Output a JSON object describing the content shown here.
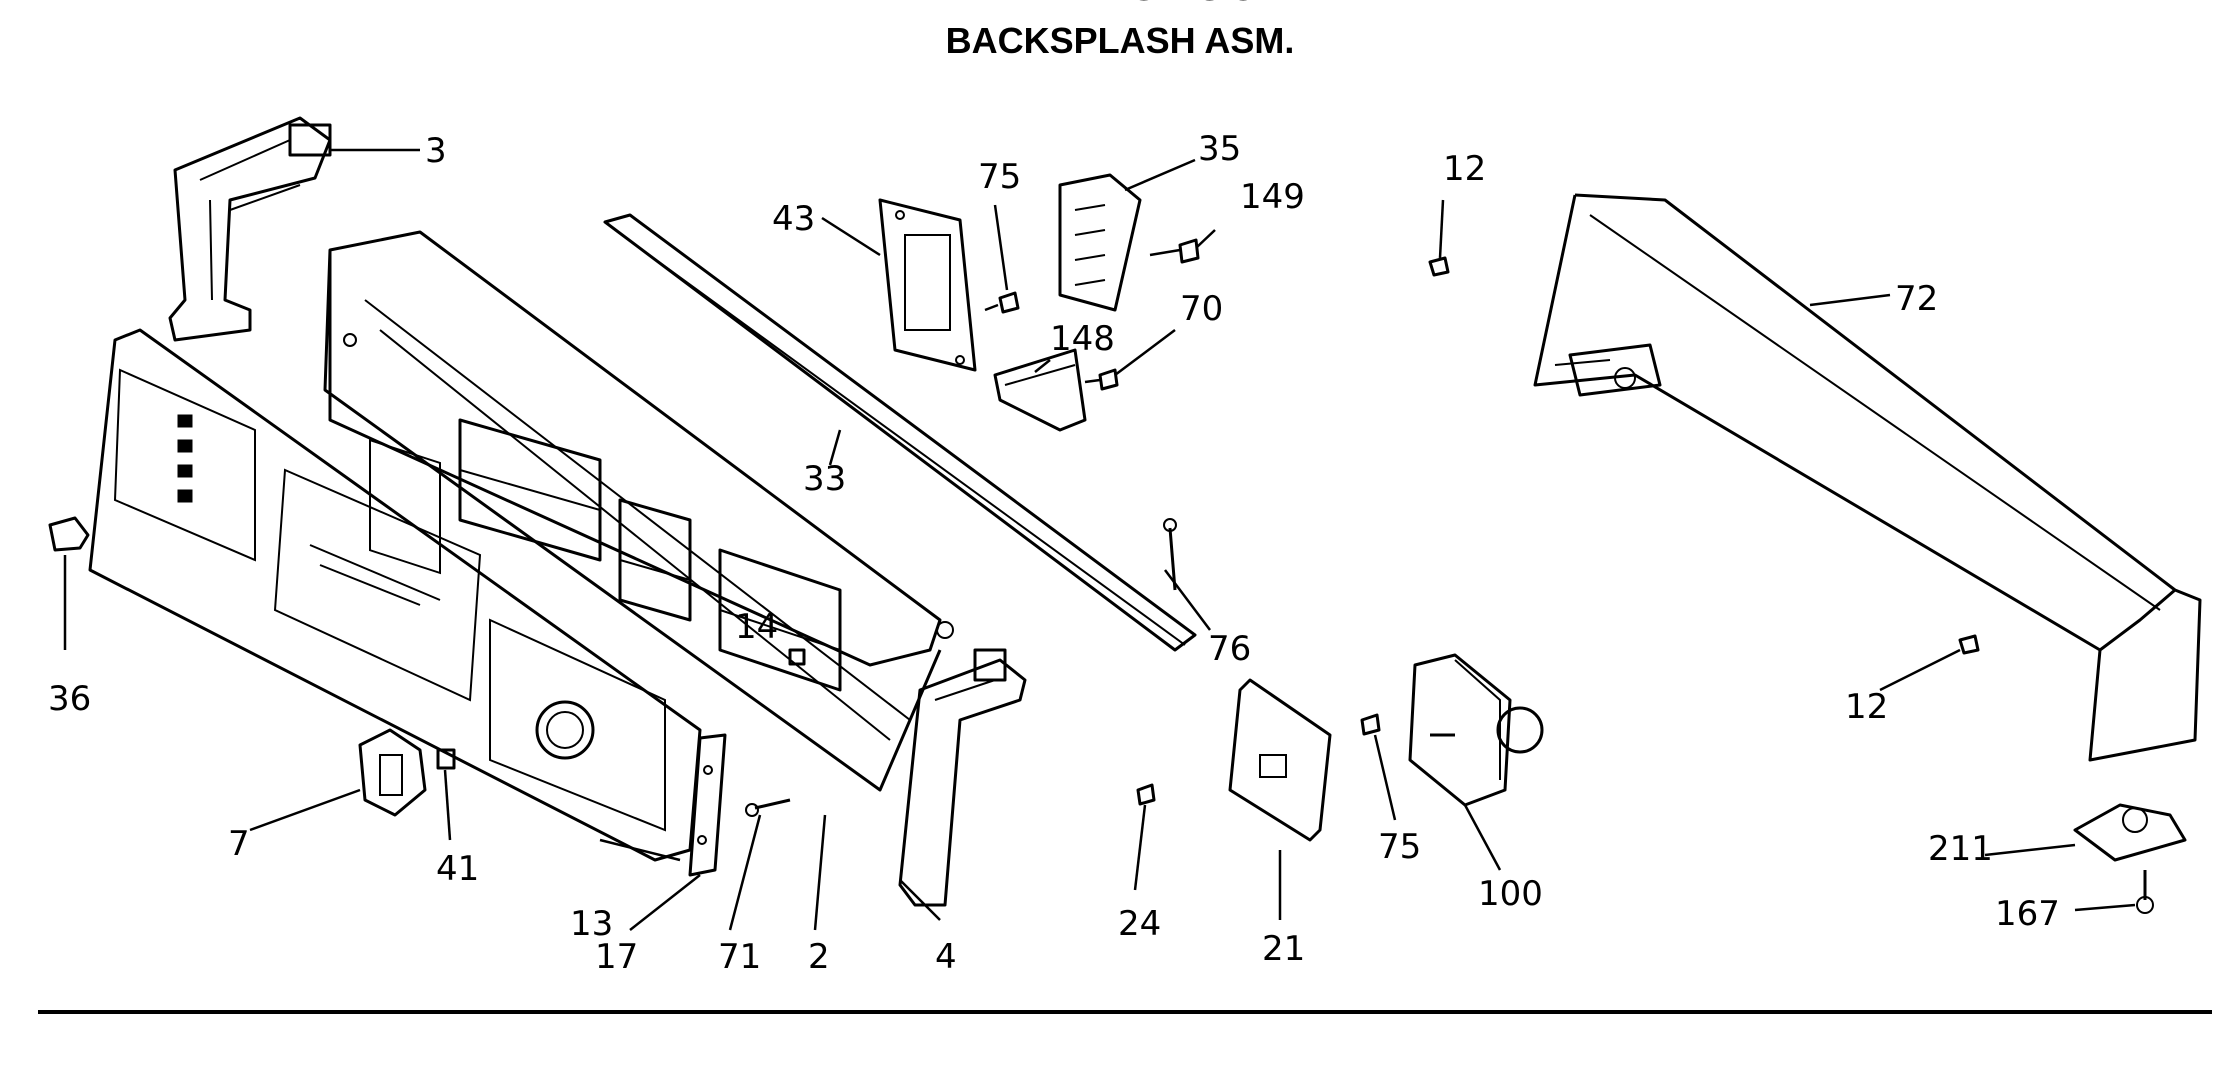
{
  "header": {
    "cut_title": "WWA8750",
    "title": "BACKSPLASH ASM."
  },
  "callouts": [
    {
      "id": "c3",
      "label": "3"
    },
    {
      "id": "c43",
      "label": "43"
    },
    {
      "id": "c75a",
      "label": "75"
    },
    {
      "id": "c35",
      "label": "35"
    },
    {
      "id": "c149",
      "label": "149"
    },
    {
      "id": "c12a",
      "label": "12"
    },
    {
      "id": "c72",
      "label": "72"
    },
    {
      "id": "c148",
      "label": "148"
    },
    {
      "id": "c70",
      "label": "70"
    },
    {
      "id": "c33",
      "label": "33"
    },
    {
      "id": "c36",
      "label": "36"
    },
    {
      "id": "c14",
      "label": "14"
    },
    {
      "id": "c76",
      "label": "76"
    },
    {
      "id": "c12b",
      "label": "12"
    },
    {
      "id": "c7",
      "label": "7"
    },
    {
      "id": "c41",
      "label": "41"
    },
    {
      "id": "c13",
      "label": "13"
    },
    {
      "id": "c17",
      "label": "17"
    },
    {
      "id": "c71",
      "label": "71"
    },
    {
      "id": "c2",
      "label": "2"
    },
    {
      "id": "c4",
      "label": "4"
    },
    {
      "id": "c24",
      "label": "24"
    },
    {
      "id": "c21",
      "label": "21"
    },
    {
      "id": "c75b",
      "label": "75"
    },
    {
      "id": "c100",
      "label": "100"
    },
    {
      "id": "c211",
      "label": "211"
    },
    {
      "id": "c167",
      "label": "167"
    }
  ]
}
